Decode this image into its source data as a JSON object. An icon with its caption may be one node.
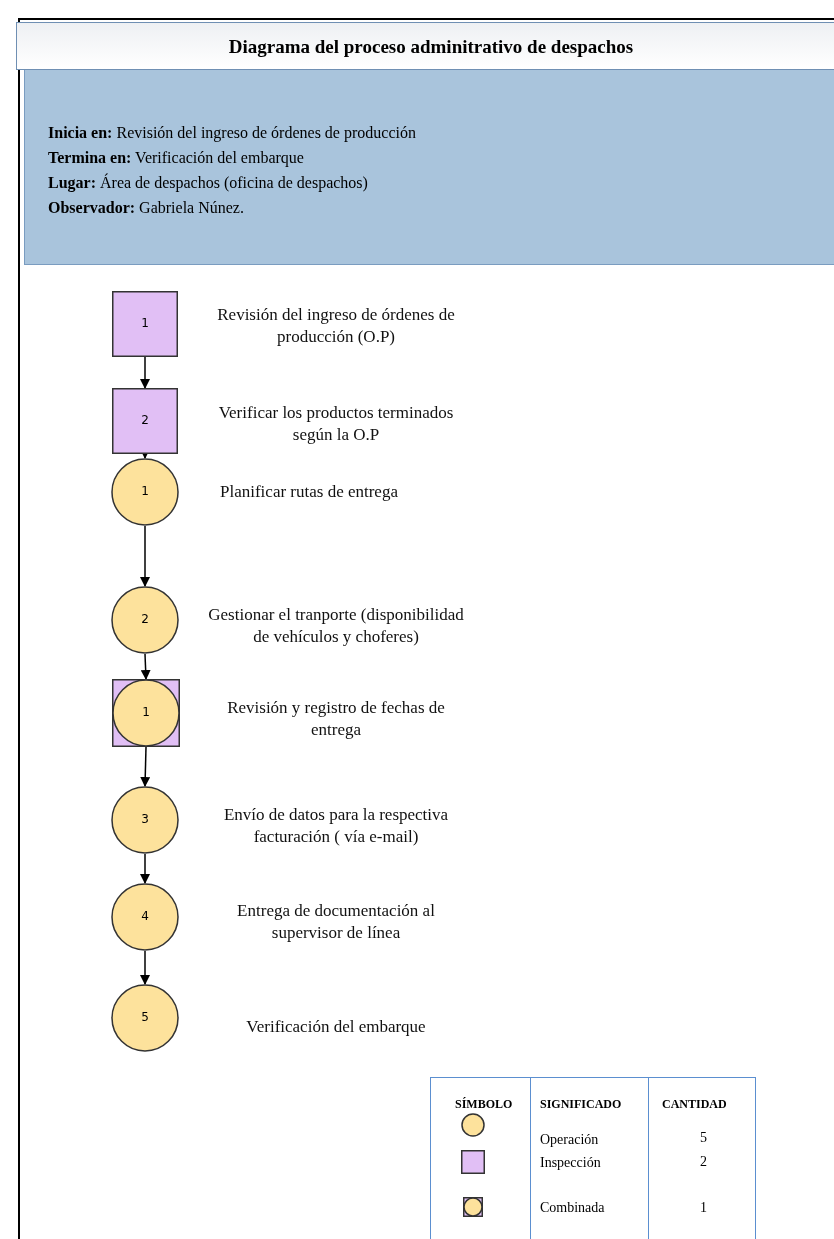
{
  "diagram": {
    "title": "Diagrama del proceso adminitrativo de despachos",
    "nodes": [
      {
        "text": [
          "1"
        ],
        "beside": [
          "Revisión  del ingreso de órdenes de producción (O.P)"
        ]
      },
      {
        "text": [
          "2"
        ],
        "beside": [
          "Verificar los productos terminados según la O.P"
        ]
      },
      {
        "text": [
          "1"
        ],
        "beside": [
          "Planificar rutas de entrega"
        ]
      },
      {
        "text": [
          "2"
        ],
        "beside": [
          "Gestionar el tranporte (disponibilidad de vehículos y choferes)"
        ]
      },
      {
        "text": [
          "1"
        ],
        "beside": [
          "Revisión y registro de fechas de entrega"
        ]
      },
      {
        "text": [
          "3"
        ],
        "beside": [
          "Envío de datos para la respectiva facturación ( vía e-mail)"
        ]
      },
      {
        "text": [
          "4"
        ],
        "beside": [
          "Entrega de documentación al supervisor de línea"
        ]
      },
      {
        "text": [
          "5"
        ],
        "beside": [
          "Verificación del embarque"
        ]
      }
    ],
    "edges": [
      {
        "from": 0,
        "to": 1,
        "arrow": "to"
      },
      {
        "from": 1,
        "to": 2,
        "arrow": "to"
      },
      {
        "from": 2,
        "to": 3,
        "arrow": "to"
      },
      {
        "from": 3,
        "to": 4,
        "arrow": "to"
      },
      {
        "from": 4,
        "to": 5,
        "arrow": "to"
      },
      {
        "from": 5,
        "to": 6,
        "arrow": "to"
      },
      {
        "from": 6,
        "to": 7,
        "arrow": "to"
      }
    ],
    "labels": [
      "**Inicia en:** Revisión  del ingreso de órdenes de producción",
      "**Termina en:** Verificación del embarque",
      "**Lugar:** Área de despachos (oficina de despachos)",
      "**Observador:** Gabriela Núnez.",
      "SÍMBOLO",
      "SIGNIFICADO",
      "CANTIDAD",
      "5",
      "2",
      "1"
    ],
    "legend": [
      {
        "text": "Operación"
      },
      {
        "text": "Inspección"
      },
      {
        "text": "Combinada"
      }
    ]
  }
}
